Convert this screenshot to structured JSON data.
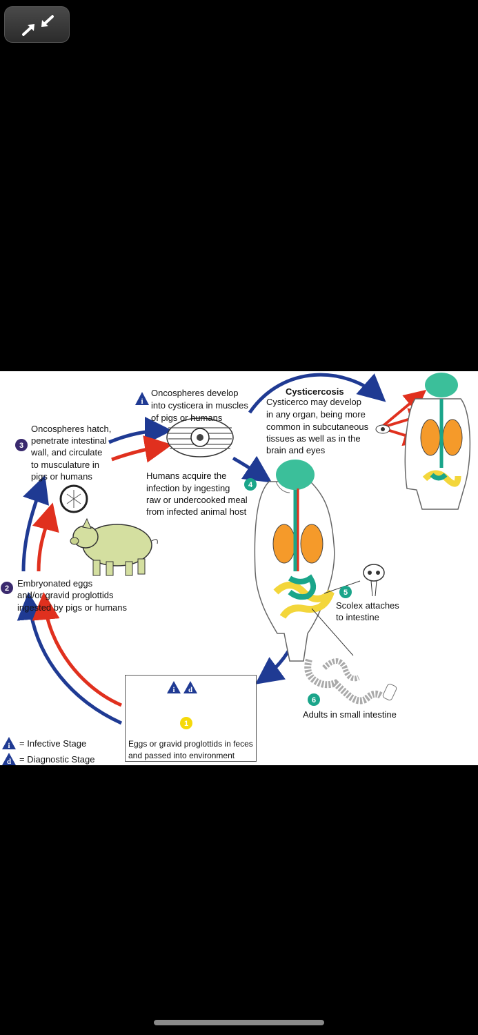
{
  "viewer": {
    "collapse_button_icon": "collapse-arrows-icon"
  },
  "diagram": {
    "step1_number": "1",
    "step1_text": "Eggs or gravid proglottids in feces and passed into environment",
    "step1_line1": "Eggs or gravid proglottids in feces",
    "step1_line2": "and passed into environment",
    "step2_number": "2",
    "step2_line1": "Embryonated eggs",
    "step2_line2": "and/or gravid proglottids",
    "step2_line3": "ingested by pigs or humans",
    "step3_number": "3",
    "step3_line1": "Oncospheres hatch,",
    "step3_line2": "penetrate intestinal",
    "step3_line3": "wall, and circulate",
    "step3_line4": "to musculature in",
    "step3_line5": "pigs or humans",
    "cysticerci_line1": "Oncospheres develop",
    "cysticerci_line2": "into cysticera in muscles",
    "cysticerci_line3": "of pigs or humans",
    "cysticercosis_title": "Cysticercosis",
    "cysticercosis_line1": "Cysticerco may develop",
    "cysticercosis_line2": "in any organ, being more",
    "cysticercosis_line3": "common in subcutaneous",
    "cysticercosis_line4": "tissues as well as in the",
    "cysticercosis_line5": "brain and eyes",
    "step4_number": "4",
    "step4_line1": "Humans acquire the",
    "step4_line2": "infection by ingesting",
    "step4_line3": "raw or undercooked meal",
    "step4_line4": "from infected animal host",
    "step5_number": "5",
    "step5_line1": "Scolex attaches",
    "step5_line2": "to intestine",
    "step6_number": "6",
    "step6_text": "Adults in small intestine",
    "badge_i": "i",
    "badge_d": "d",
    "legend_infective": "= Infective Stage",
    "legend_diagnostic": "= Diagnostic Stage"
  },
  "colors": {
    "blue_arrow": "#1f3a93",
    "red_arrow": "#e0301e",
    "step_badge_purple": "#3a2a6e",
    "step_badge_green": "#1aa58a",
    "step_badge_yellow": "#f5d90a",
    "organ_brain": "#3bbf9a",
    "organ_lungs": "#f59a2a",
    "organ_intestine": "#f3d63b",
    "pig": "#d4dfa0"
  }
}
